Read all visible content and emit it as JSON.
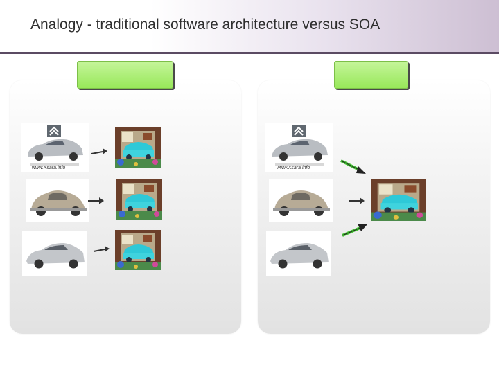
{
  "slide": {
    "title": "Analogy - traditional software architecture versus SOA"
  },
  "colors": {
    "tab_green": "#98e85a",
    "header_rule": "#5b4b63",
    "arrow_green": "#3fbf2f"
  },
  "car_logo_text": "www.Xsara.info",
  "left_panel": {
    "rows": [
      {
        "car": "citroen-hatchback",
        "garage": "service-garage"
      },
      {
        "car": "vw-beetle",
        "garage": "service-garage"
      },
      {
        "car": "volvo-sedan",
        "garage": "service-garage"
      }
    ]
  },
  "right_panel": {
    "rows": [
      {
        "car": "citroen-hatchback"
      },
      {
        "car": "vw-beetle"
      },
      {
        "car": "volvo-sedan"
      }
    ],
    "garage": "service-garage"
  }
}
